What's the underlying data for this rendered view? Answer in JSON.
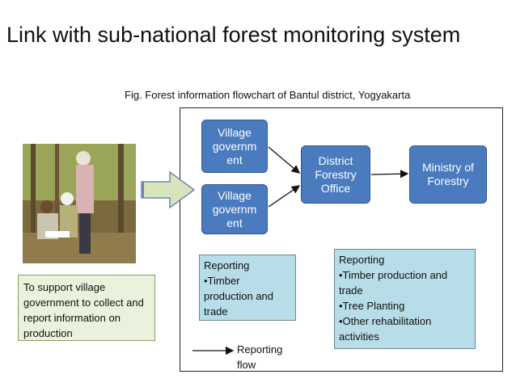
{
  "slide": {
    "title": "Link  with sub-national forest monitoring system",
    "caption": "Fig. Forest information flowchart of Bantul district, Yogyakarta"
  },
  "nodes": {
    "village_gov_1": "Village governm ent",
    "village_gov_2": "Village governm ent",
    "district_forestry": "District Forestry Office",
    "ministry": "Ministry of Forestry"
  },
  "notes": {
    "village_reporting": {
      "heading": "Reporting",
      "items": [
        "•Timber production and trade"
      ]
    },
    "district_reporting": {
      "heading": "Reporting",
      "items": [
        "•Timber production and trade",
        "•Tree Planting",
        "•Other rehabilitation activities"
      ]
    },
    "support_text": "To support village government to collect and report information on production"
  },
  "legend": {
    "reporting_flow": "Reporting flow"
  },
  "photo": {
    "icon": "field-photo-people-with-documents-in-forest"
  },
  "colors": {
    "node_fill": "#4a7bbf",
    "note_fill": "#b7dde8",
    "support_fill": "#eaf1dd",
    "big_arrow_fill": "#d8e4bc"
  }
}
